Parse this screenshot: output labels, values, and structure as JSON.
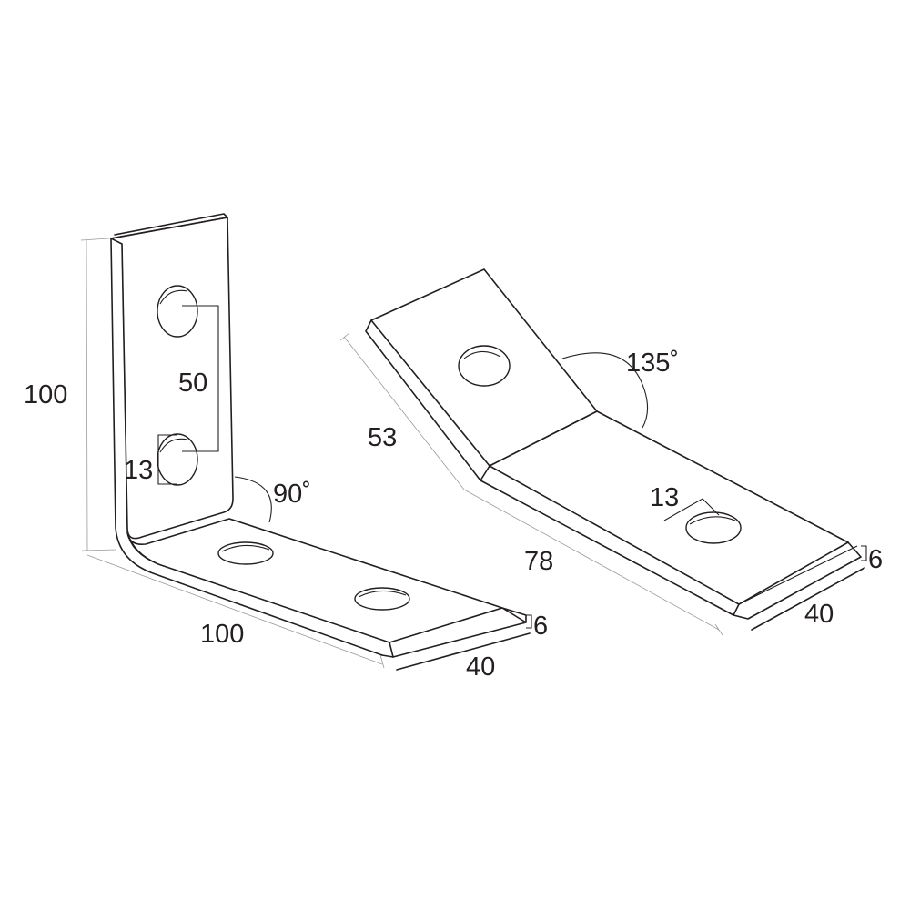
{
  "bracket_90": {
    "height": "100",
    "hole_spacing": "50",
    "hole_diameter": "13",
    "angle": "90˚",
    "length": "100",
    "thickness": "6",
    "width": "40"
  },
  "bracket_135": {
    "leg_short": "53",
    "angle": "135˚",
    "hole_diameter": "13",
    "leg_long": "78",
    "thickness": "6",
    "width": "40"
  }
}
